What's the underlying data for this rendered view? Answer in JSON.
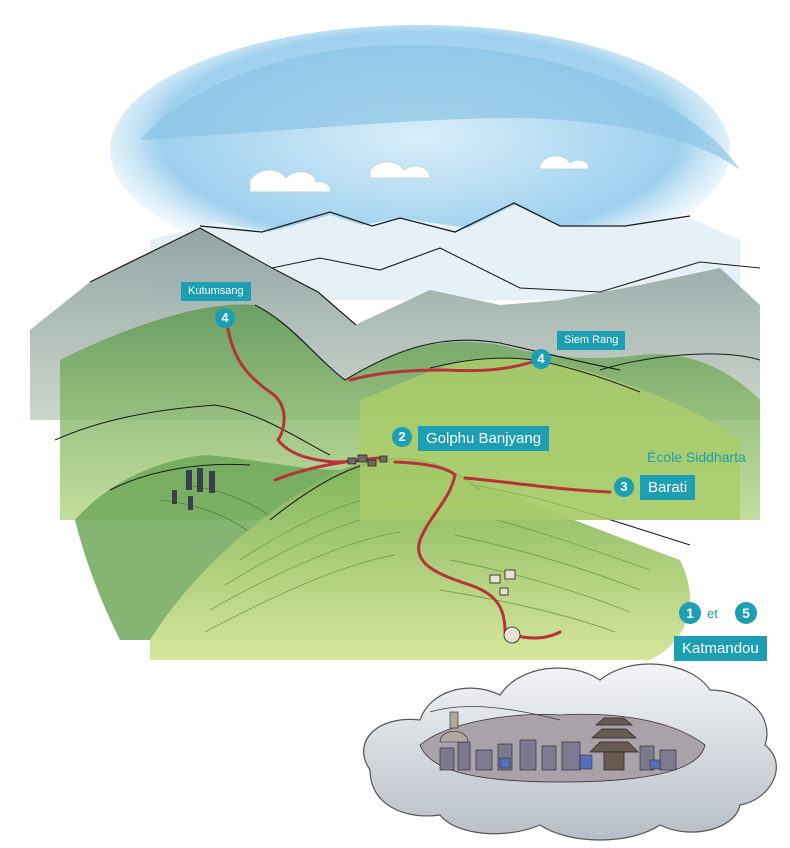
{
  "map": {
    "places": {
      "kutumsang": {
        "name": "Kutumsang",
        "step": "4"
      },
      "siem_rang": {
        "name": "Siem Rang",
        "step": "4"
      },
      "golphu_banjyang": {
        "name": "Golphu Banjyang",
        "step": "2"
      },
      "ecole": {
        "name": "École Siddharta"
      },
      "barati": {
        "name": "Barati",
        "step": "3"
      },
      "katmandou": {
        "name": "Katmandou",
        "step_first": "1",
        "connector": "et",
        "step_last": "5"
      }
    },
    "colors": {
      "label_bg": "#1c9fb3",
      "trail": "#b8323a",
      "hill_green": "#8fbf5a",
      "sky_blue": "#8fc6e8",
      "mountain_grey": "#a7b4b6"
    }
  }
}
